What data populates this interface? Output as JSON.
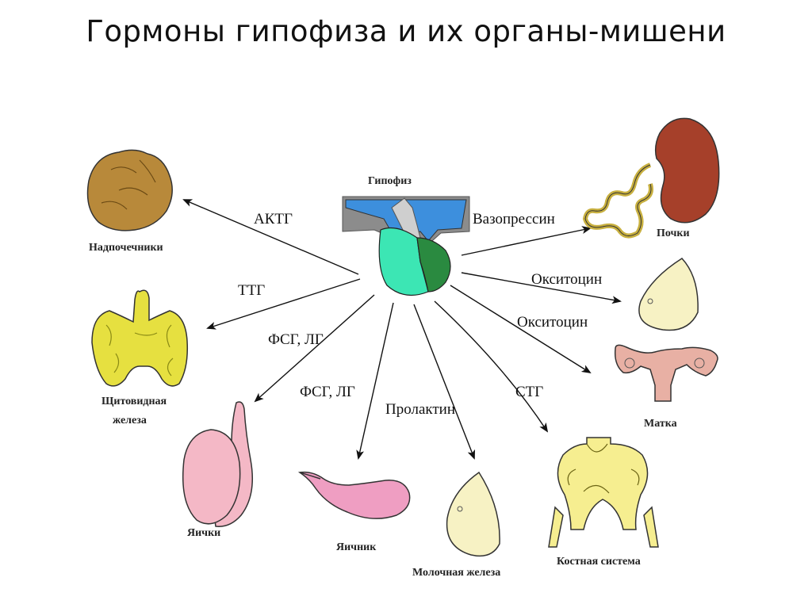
{
  "title": "Гормоны гипофиза и их органы-мишени",
  "center": {
    "label": "Гипофиз"
  },
  "hormones": {
    "actg": "АКТГ",
    "ttg": "ТТГ",
    "fsg_lg_1": "ФСГ, ЛГ",
    "fsg_lg_2": "ФСГ, ЛГ",
    "prolactin": "Пролактин",
    "stg": "СТГ",
    "vasopressin": "Вазопрессин",
    "oxytocin_1": "Окситоцин",
    "oxytocin_2": "Окситоцин"
  },
  "organs": {
    "adrenals": "Надпочечники",
    "thyroid_1": "Щитовидная",
    "thyroid_2": "железа",
    "testes": "Яички",
    "ovary": "Яичник",
    "mammary": "Молочная железа",
    "skeleton": "Костная система",
    "uterus": "Матка",
    "kidneys": "Почки"
  },
  "colors": {
    "adrenal": "#b8893a",
    "thyroid": "#e6e040",
    "testis": "#f4b8c6",
    "ovary": "#ef9ec2",
    "breast": "#f7f2c4",
    "skeleton": "#f6ee90",
    "uterus": "#e8b0a4",
    "kidney": "#a6402a",
    "pituitary_blue": "#3d8fdd",
    "pituitary_green": "#2a8a40",
    "pituitary_cyan": "#3ce6b4",
    "pituitary_gray": "#8c8c8c"
  }
}
